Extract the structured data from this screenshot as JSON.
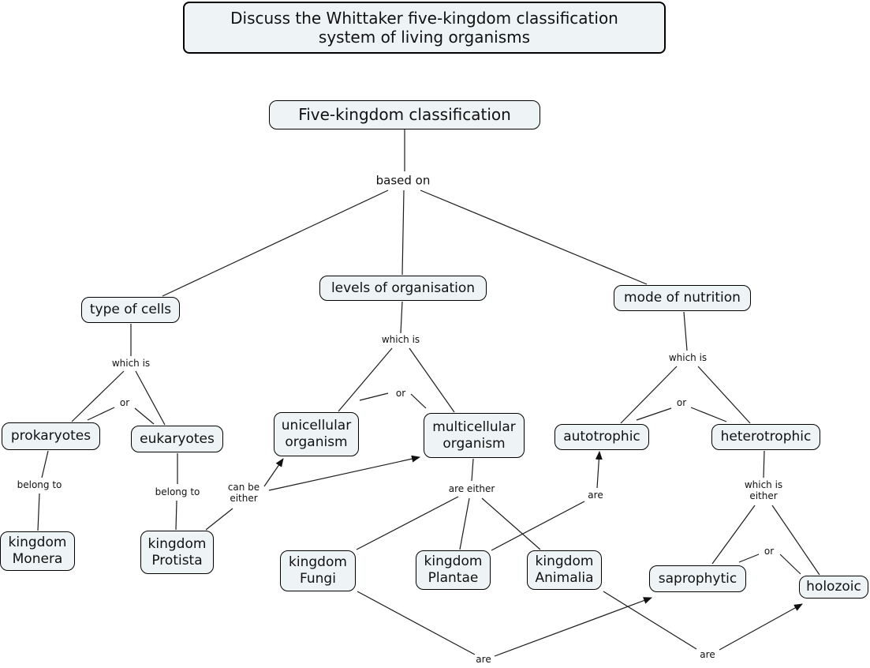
{
  "title": "Discuss the Whittaker five-kingdom classification\nsystem of living organisms",
  "concepts": {
    "five_kingdom": "Five-kingdom classification",
    "type_of_cells": "type of cells",
    "levels_of_organisation": "levels of organisation",
    "mode_of_nutrition": "mode of nutrition",
    "prokaryotes": "prokaryotes",
    "eukaryotes": "eukaryotes",
    "unicellular_organism": "unicellular organism",
    "multicellular_organism": "multicellular organism",
    "autotrophic": "autotrophic",
    "heterotrophic": "heterotrophic",
    "kingdom_monera": "kingdom Monera",
    "kingdom_protista": "kingdom Protista",
    "kingdom_fungi": "kingdom Fungi",
    "kingdom_plantae": "kingdom Plantae",
    "kingdom_animalia": "kingdom Animalia",
    "saprophytic": "saprophytic",
    "holozoic": "holozoic"
  },
  "links": {
    "based_on": "based on",
    "which_is_cells": "which is",
    "or_cells": "or",
    "which_is_levels": "which is",
    "or_levels": "or",
    "which_is_nutrition": "which is",
    "or_nutrition": "or",
    "belong_to_prokaryotes": "belong to",
    "belong_to_eukaryotes": "belong to",
    "can_be_either": "can be\neither",
    "are_either": "are either",
    "are_autotrophic": "are",
    "which_is_either": "which is\neither",
    "or_saprophytic_holozoic": "or",
    "are_saprophytic": "are",
    "are_holozoic": "are"
  },
  "colors": {
    "background": "#ffffff",
    "node_fill": "#eef3f5",
    "node_border": "#000000",
    "connector": "#1c1c1c"
  }
}
